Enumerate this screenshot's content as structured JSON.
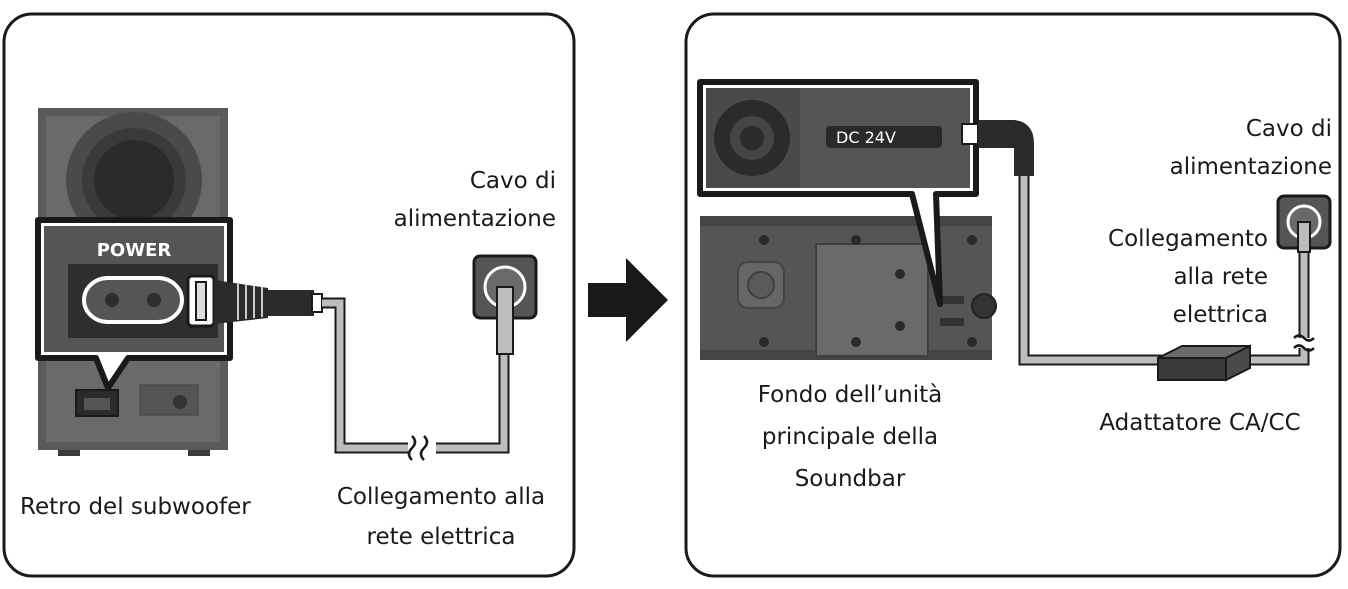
{
  "left_panel": {
    "power_port_label": "POWER",
    "cable_label_line1": "Cavo di",
    "cable_label_line2": "alimentazione",
    "outlet_label_line1": "Collegamento alla",
    "outlet_label_line2": "rete elettrica",
    "device_caption": "Retro del subwoofer"
  },
  "right_panel": {
    "dc_port_label": "DC 24V",
    "cable_label_line1": "Cavo di",
    "cable_label_line2": "alimentazione",
    "outlet_label_line1": "Collegamento",
    "outlet_label_line2": "alla rete",
    "outlet_label_line3": "elettrica",
    "adapter_label": "Adattatore CA/CC",
    "device_caption_line1": "Fondo dell’unità",
    "device_caption_line2": "principale della",
    "device_caption_line3": "Soundbar"
  },
  "icons": [
    "arrow-right-icon",
    "wall-outlet-icon",
    "power-plug-icon",
    "dc-plug-icon",
    "ac-adapter-icon",
    "cable-break-icon"
  ],
  "colors": {
    "device_dark": "#555555",
    "device_mid": "#6e6e6e",
    "cable": "#b5b5b5",
    "outline": "#1a1a1a",
    "arrow": "#1a1a1a"
  }
}
